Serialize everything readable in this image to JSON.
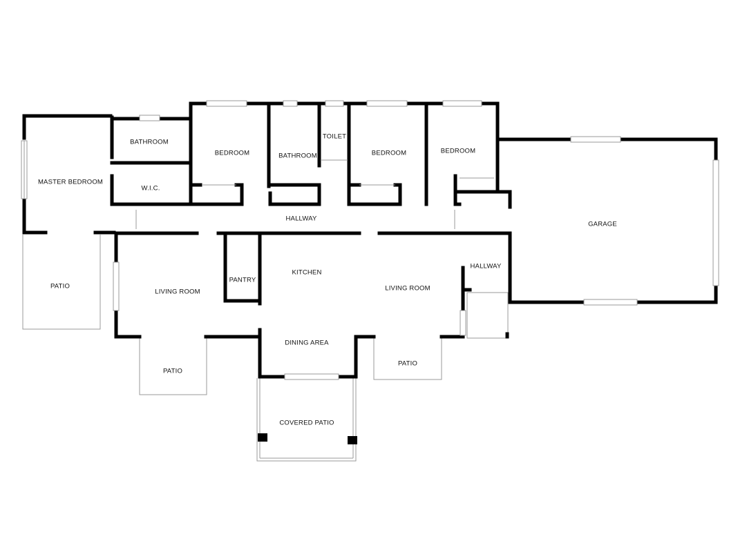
{
  "rooms": {
    "master_bedroom": "MASTER BEDROOM",
    "bathroom_1": "BATHROOM",
    "wic": "W.I.C.",
    "bedroom_1": "BEDROOM",
    "bathroom_2": "BATHROOM",
    "toilet": "TOILET",
    "bedroom_2": "BEDROOM",
    "bedroom_3": "BEDROOM",
    "garage": "GARAGE",
    "hallway_main": "HALLWAY",
    "hallway_east": "HALLWAY",
    "patio_west": "PATIO",
    "living_room_west": "LIVING ROOM",
    "pantry": "PANTRY",
    "kitchen": "KITCHEN",
    "living_room_east": "LIVING ROOM",
    "dining_area": "DINING AREA",
    "patio_south": "PATIO",
    "patio_east": "PATIO",
    "covered_patio": "COVERED PATIO"
  }
}
